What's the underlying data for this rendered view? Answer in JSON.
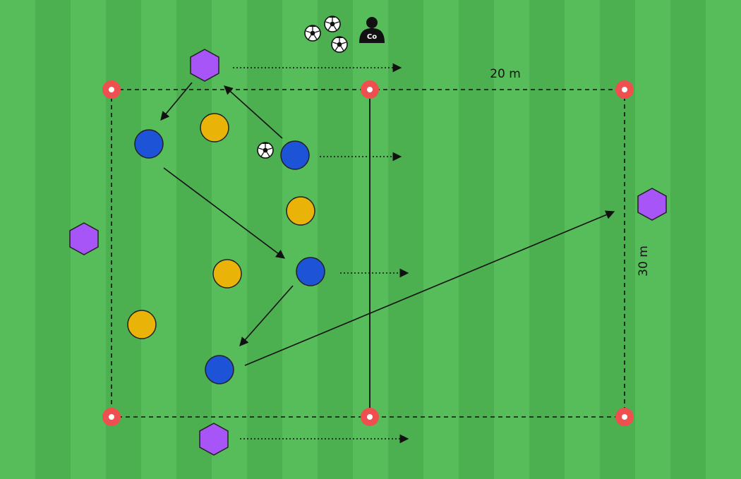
{
  "colors": {
    "stripe_light": "#57bd5a",
    "stripe_dark": "#4caf50",
    "cone": "#ef4f4f",
    "team_blue": "#1d53d6",
    "team_yellow": "#eab308",
    "neutral_purple": "#a855f7",
    "line": "#111111"
  },
  "labels": {
    "width_label": "20 m",
    "height_label": "30 m",
    "coach_label": "Co"
  },
  "legend_icons": {
    "player_blue": "circle-player-icon",
    "player_yellow": "circle-player-icon",
    "neutral": "hexagon-neutral-icon",
    "cone": "cone-icon",
    "ball": "soccer-ball-icon",
    "coach": "coach-icon"
  }
}
